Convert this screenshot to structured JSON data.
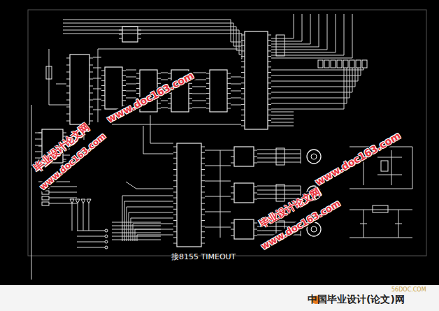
{
  "diagram": {
    "labels": [
      "www.doc163.com",
      "毕业设计论文网",
      "www.doc163.com",
      "www.doc163.com",
      "毕业设计论文网",
      "www.doc163.com",
      "接8155 TIMEOUT",
      "56DOC.COM",
      "中国毕业设计(论文)网"
    ]
  }
}
